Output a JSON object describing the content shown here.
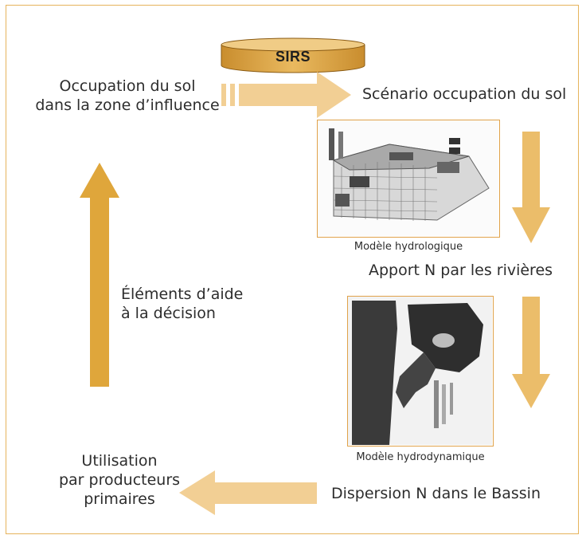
{
  "sirs_label": "SIRS",
  "land_use": {
    "line1": "Occupation du sol",
    "line2": "dans la zone d’influence"
  },
  "scenario": "Scénario occupation du sol",
  "hydro_model_caption": "Modèle hydrologique",
  "river_input": "Apport N par les rivières",
  "hydrodynamic_caption": "Modèle hydrodynamique",
  "dispersion": "Dispersion N dans le Bassin",
  "usage": {
    "line1": "Utilisation",
    "line2": "par producteurs",
    "line3": "primaires"
  },
  "decision": {
    "line1": "Éléments d’aide",
    "line2": "à la décision"
  },
  "colors": {
    "frame": "#e6b35c",
    "arrow_light": "#f2cf94",
    "arrow_mid": "#ebbd6a",
    "arrow_dark": "#dfa63b",
    "cylinder": "#dca348"
  }
}
